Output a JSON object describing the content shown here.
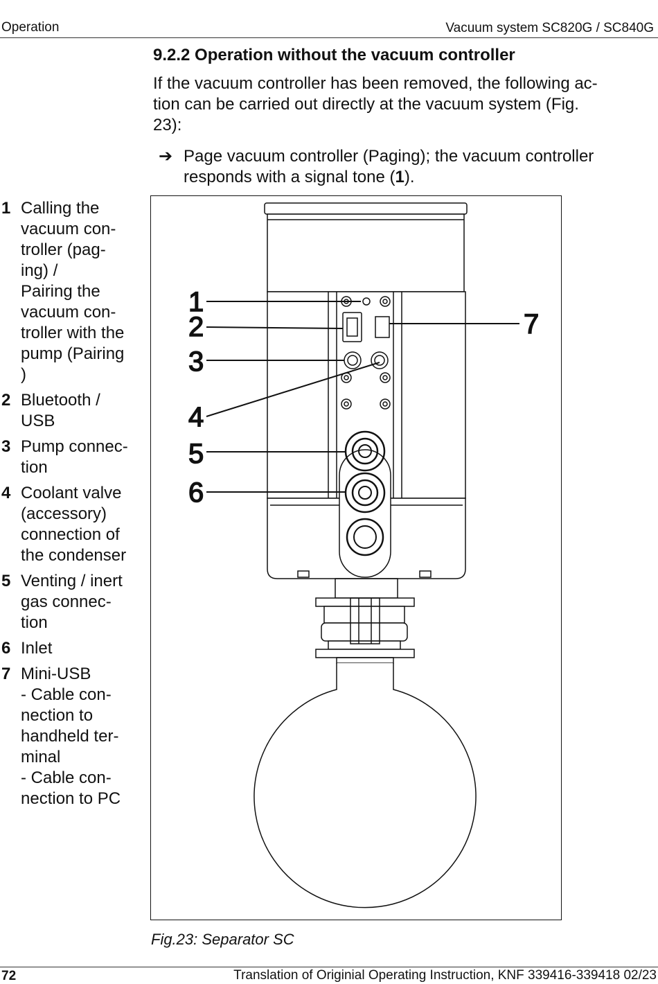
{
  "header": {
    "left": "Operation",
    "right": "Vacuum system SC820G / SC840G"
  },
  "section": {
    "title": "9.2.2 Operation without the vacuum controller",
    "intro_lines": [
      "If the vacuum controller has been removed, the following ac-",
      "tion can be carried out directly at the vacuum system (Fig.",
      "23):"
    ],
    "step": {
      "arrow": "➔",
      "line1": "Page vacuum controller (Paging); the vacuum controller",
      "line2_pre": "responds with a signal tone (",
      "line2_bold": "1",
      "line2_post": ")."
    }
  },
  "legend": [
    {
      "num": "1",
      "lines": [
        "Calling the",
        "vacuum con-",
        "troller (pag-",
        "ing) /",
        "Pairing the",
        "vacuum con-",
        "troller with the",
        "pump (Pairing",
        ")"
      ]
    },
    {
      "num": "2",
      "lines": [
        "Bluetooth /",
        "USB"
      ]
    },
    {
      "num": "3",
      "lines": [
        "Pump connec-",
        "tion"
      ]
    },
    {
      "num": "4",
      "lines": [
        "Coolant valve",
        "(accessory)",
        "connection of",
        "the condenser"
      ]
    },
    {
      "num": "5",
      "lines": [
        "Venting / inert",
        "gas connec-",
        "tion"
      ]
    },
    {
      "num": "6",
      "lines": [
        "Inlet"
      ]
    },
    {
      "num": "7",
      "lines": [
        "Mini-USB",
        "- Cable con-",
        "nection to",
        "handheld ter-",
        "minal",
        "- Cable con-",
        "nection to PC"
      ]
    }
  ],
  "figure": {
    "callouts": [
      "1",
      "2",
      "3",
      "4",
      "5",
      "6",
      "7"
    ],
    "caption": "Fig.23: Separator SC"
  },
  "footer": {
    "page_number": "72",
    "right": "Translation of Originial Operating Instruction, KNF 339416-339418 02/23"
  }
}
